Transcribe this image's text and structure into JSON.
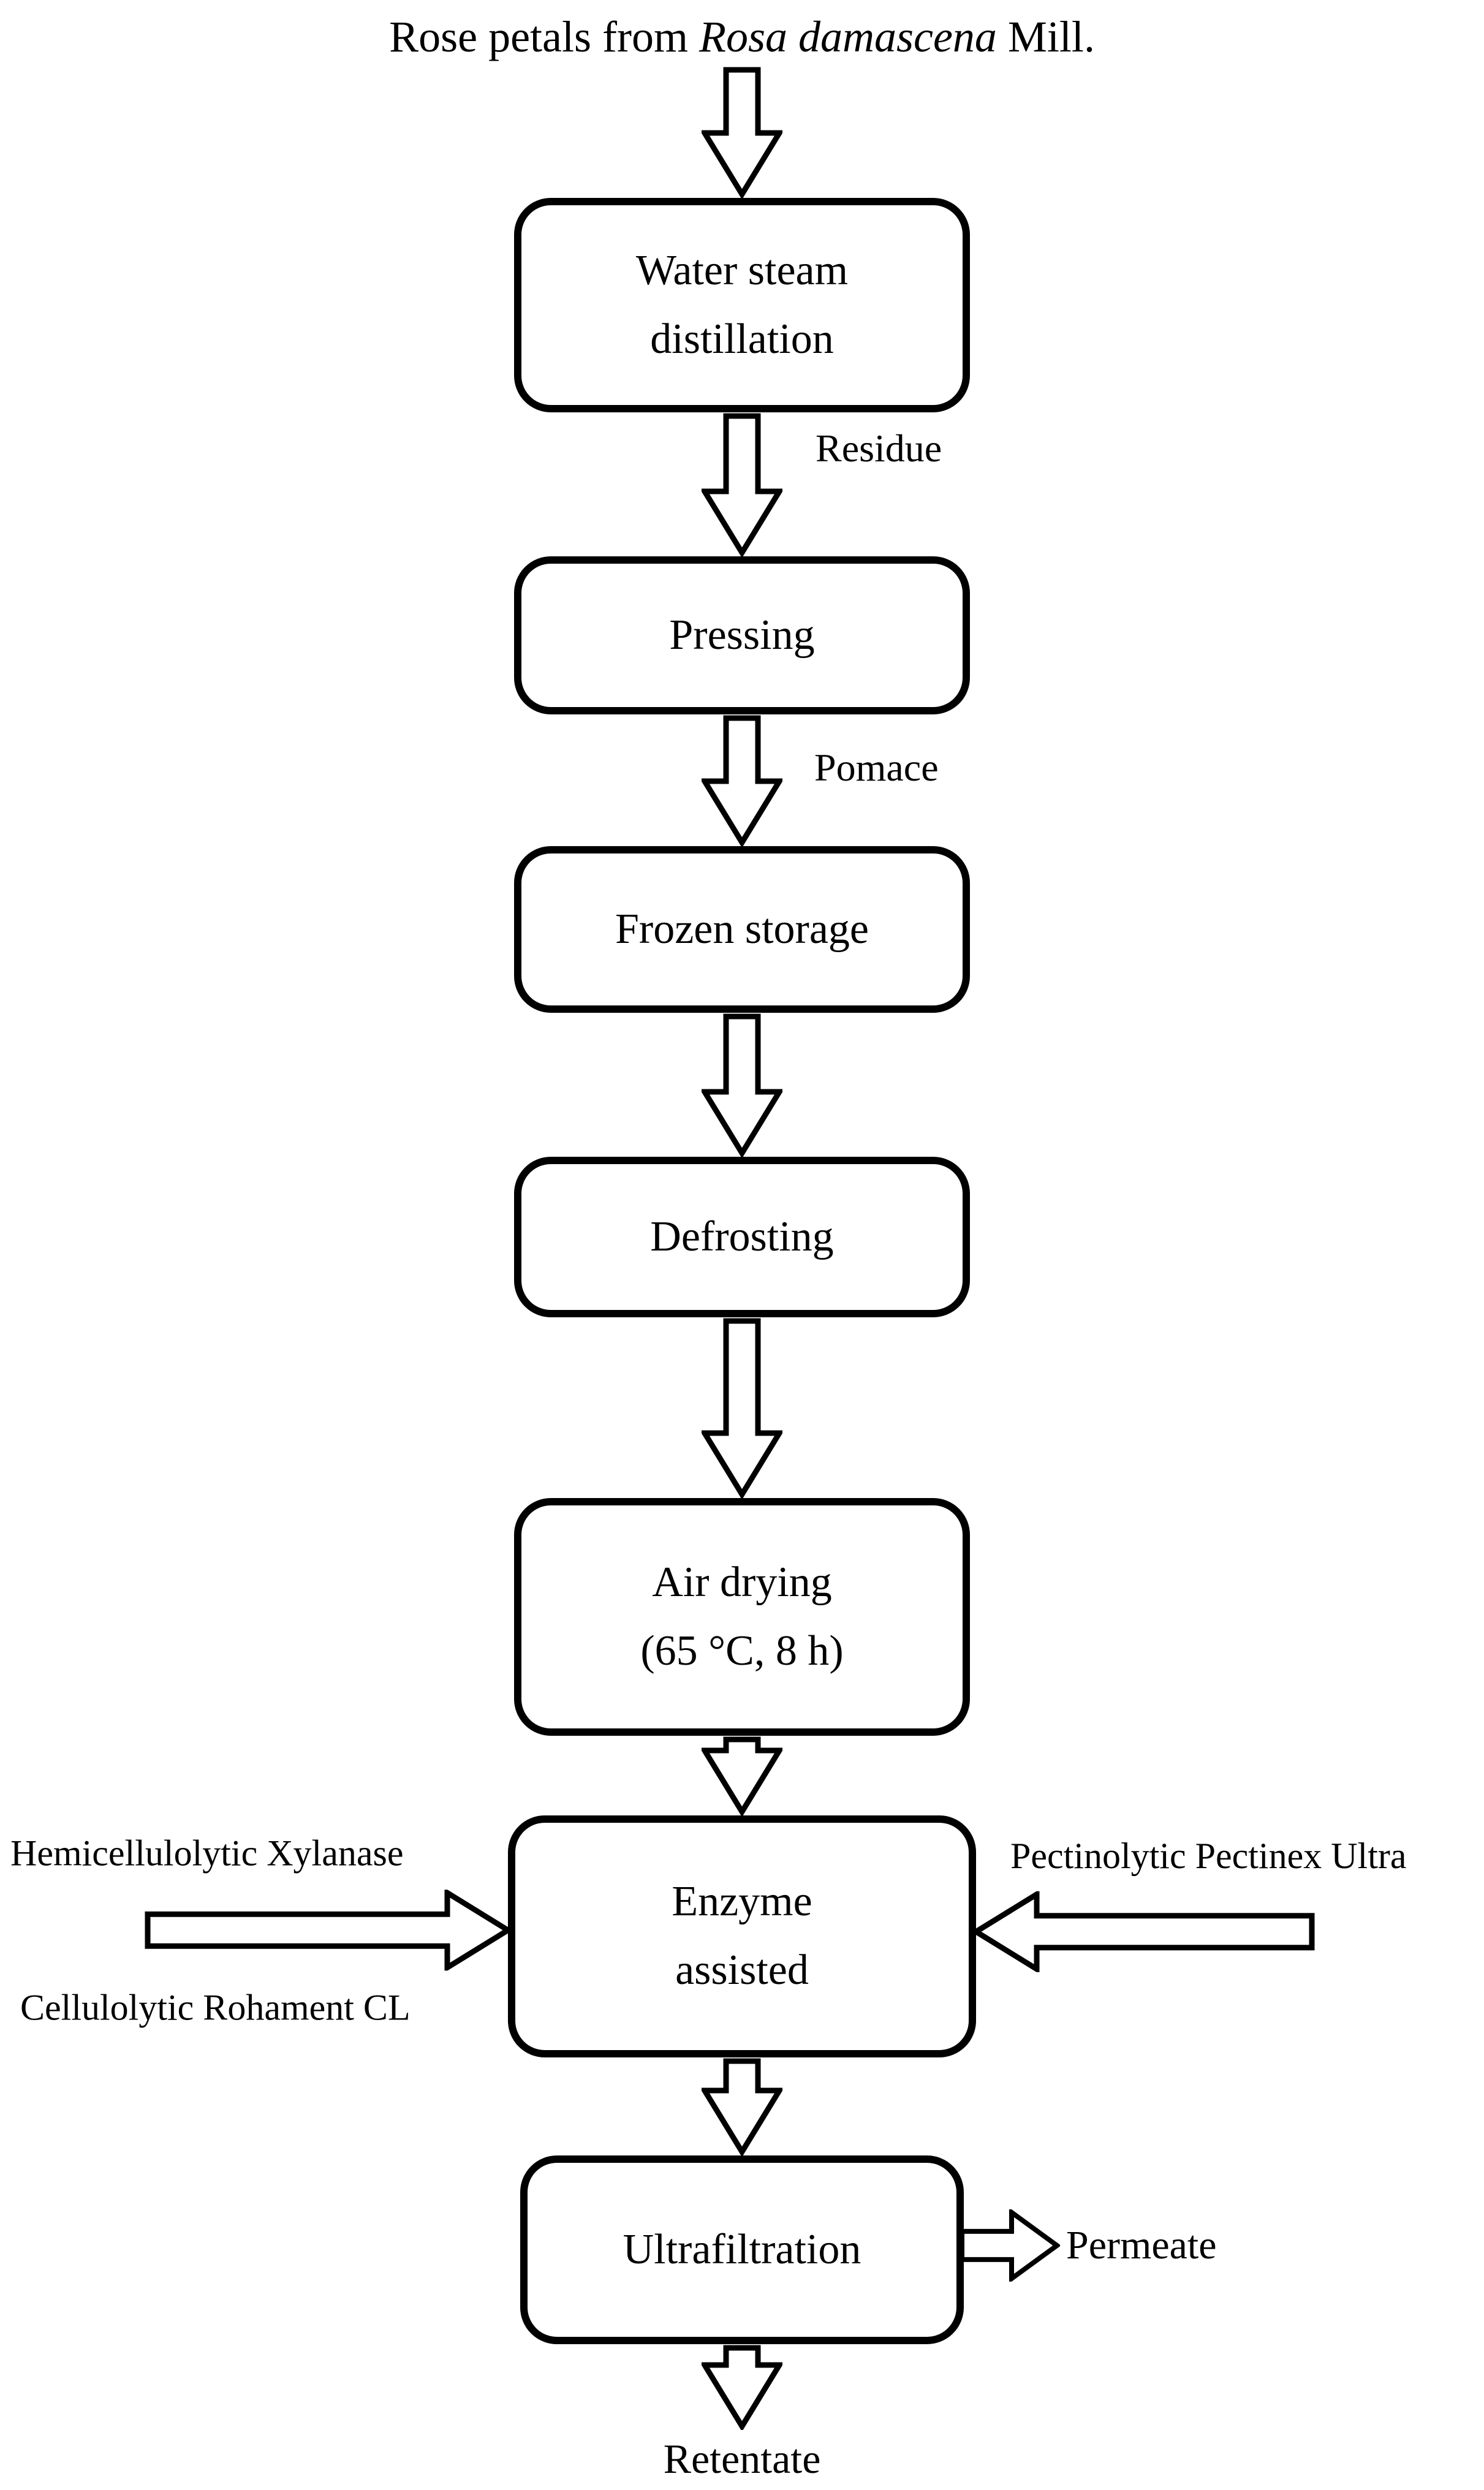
{
  "diagram": {
    "title": {
      "prefix": "Rose petals from ",
      "species": "Rosa damascena",
      "suffix": " Mill."
    },
    "boxes": [
      {
        "id": "water-steam-distillation",
        "label": "Water steam\ndistillation"
      },
      {
        "id": "pressing",
        "label": "Pressing"
      },
      {
        "id": "frozen-storage",
        "label": "Frozen storage"
      },
      {
        "id": "defrosting",
        "label": "Defrosting"
      },
      {
        "id": "air-drying",
        "label": "Air drying\n(65 °C, 8 h)"
      },
      {
        "id": "enzyme-assisted",
        "label": "Enzyme\nassisted"
      },
      {
        "id": "ultrafiltration",
        "label": "Ultrafiltration"
      }
    ],
    "edge_labels": {
      "residue": "Residue",
      "pomace": "Pomace",
      "permeate": "Permeate",
      "retentate": "Retentate"
    },
    "enzyme_inputs": {
      "left_top": "Hemicellulolytic Xylanase",
      "left_bottom": "Cellulolytic Rohament CL",
      "right_top": "Pectinolytic Pectinex Ultra"
    },
    "icons": {
      "arrow_down": "hollow-outline-down-arrow",
      "arrow_right": "hollow-outline-right-arrow",
      "arrow_left": "hollow-outline-left-arrow"
    },
    "colors": {
      "stroke": "#000000",
      "fill": "#ffffff"
    }
  }
}
